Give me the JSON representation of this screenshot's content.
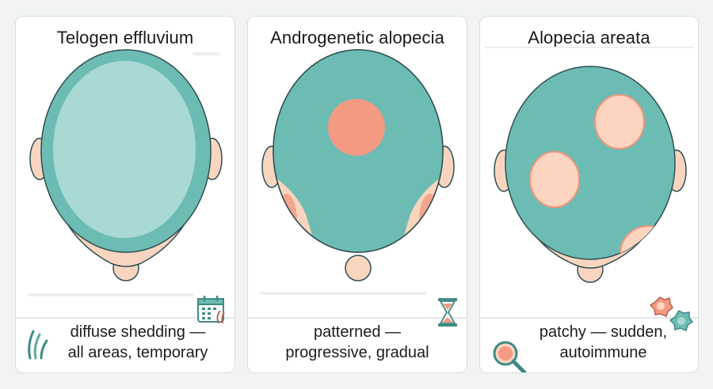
{
  "panels": [
    {
      "title": "Telogen effluvium",
      "caption_line1": "diffuse shedding —",
      "caption_line2": "all areas, temporary",
      "icons": [
        "calendar-icon",
        "hair-strand-icon"
      ]
    },
    {
      "title": "Androgenetic alopecia",
      "caption_line1": "patterned —",
      "caption_line2": "progressive, gradual",
      "icons": [
        "hourglass-icon"
      ]
    },
    {
      "title": "Alopecia areata",
      "caption_line1": "patchy — sudden,",
      "caption_line2": "autoimmune",
      "icons": [
        "immune-cells-icon",
        "magnifier-icon"
      ]
    }
  ],
  "colors": {
    "hair": "#6dbcb4",
    "hair_outline": "#2f4f52",
    "diffuse_thinning": "#a9d9d4",
    "skin": "#f9d5c0",
    "bald_spot": "#f39a82",
    "patch": "#fcd4c0",
    "patch_border": "#f2957c"
  }
}
